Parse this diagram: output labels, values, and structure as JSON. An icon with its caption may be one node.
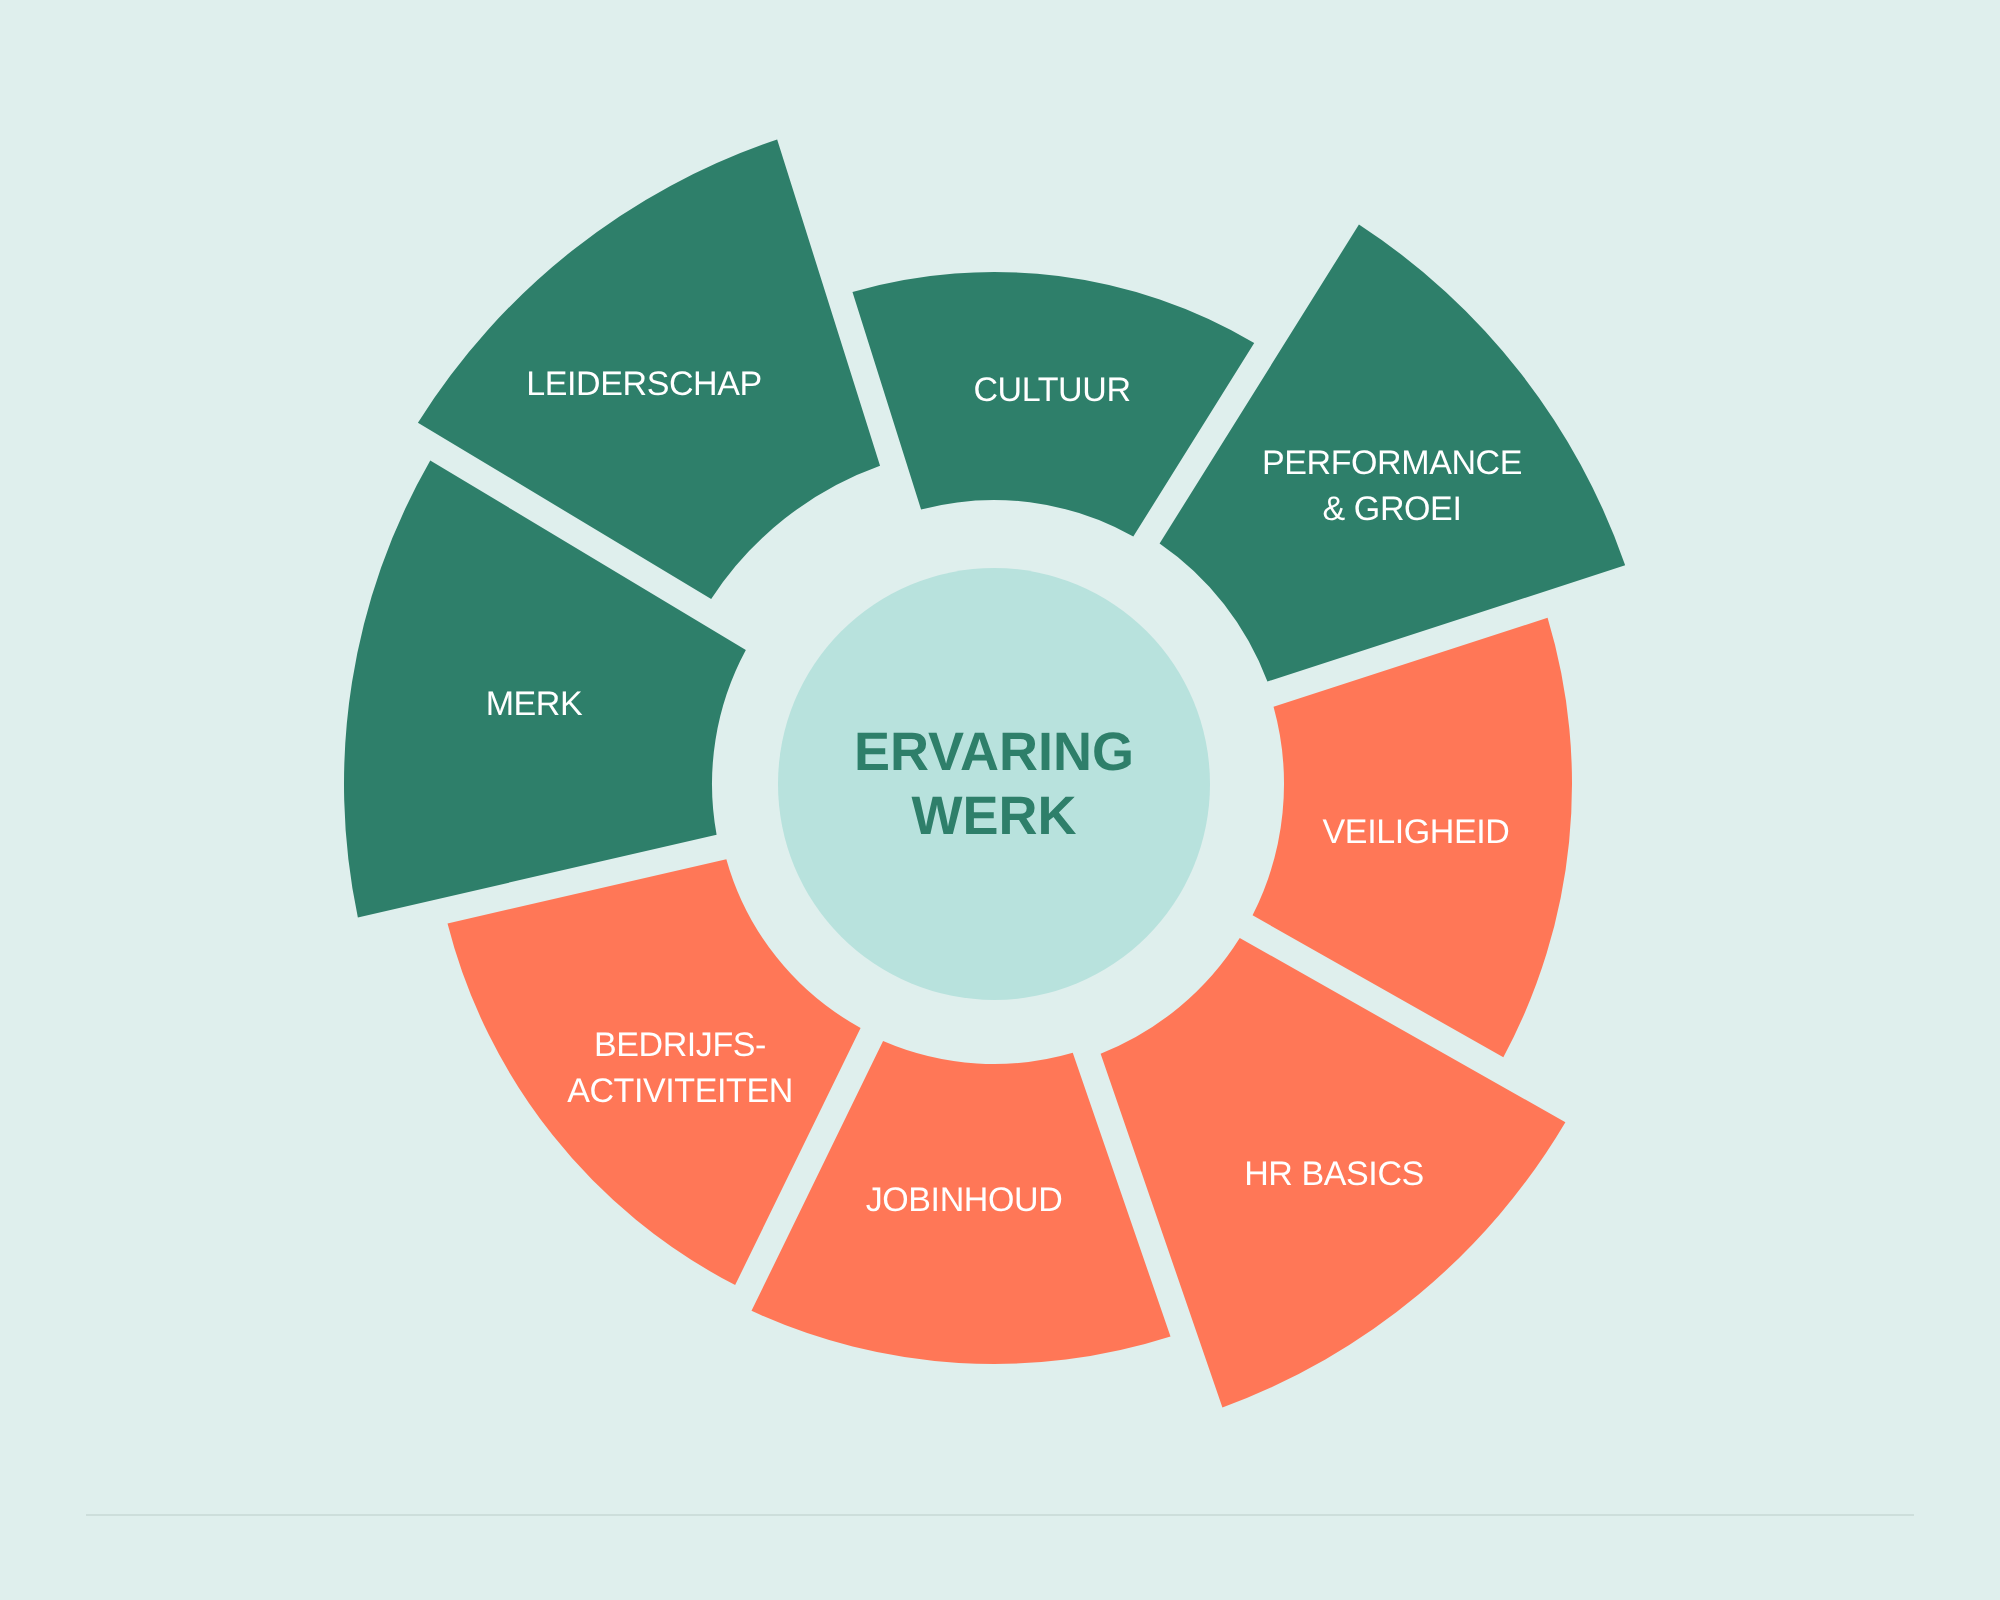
{
  "diagram": {
    "nodes": [
      {
        "text": [
          "ERVARING WERK"
        ]
      },
      {
        "text": [
          "LEIDERSCHAP"
        ]
      },
      {
        "text": [
          "CULTUUR"
        ]
      },
      {
        "text": [
          "PERFORMANCE & GROEI"
        ]
      },
      {
        "text": [
          "VEILIGHEID"
        ]
      },
      {
        "text": [
          "HR BASICS"
        ]
      },
      {
        "text": [
          "JOBINHOUD"
        ]
      },
      {
        "text": [
          "BEDRIJFS- ACTIVITEITEN"
        ]
      },
      {
        "text": [
          "MERK"
        ]
      }
    ]
  }
}
